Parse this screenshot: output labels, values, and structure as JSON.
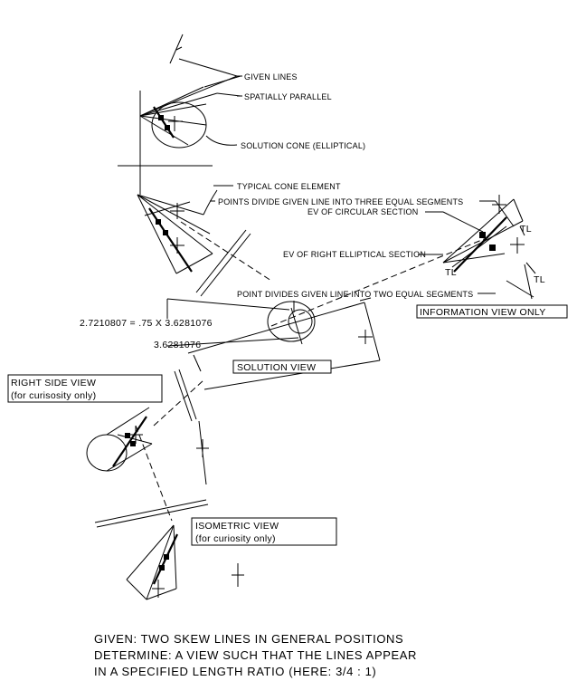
{
  "labels": {
    "given_lines": "GIVEN LINES",
    "spatially_parallel": "SPATIALLY PARALLEL",
    "solution_cone": "SOLUTION CONE (ELLIPTICAL)",
    "typical_cone_element": "TYPICAL CONE ELEMENT",
    "points_divide": "POINTS DIVIDE GIVEN LINE INTO THREE EQUAL SEGMENTS",
    "ev_circular": "EV OF CIRCULAR SECTION",
    "ev_right_elliptical": "EV OF RIGHT ELLIPTICAL SECTION",
    "point_divides": "POINT DIVIDES GIVEN LINE INTO TWO EQUAL SEGMENTS",
    "tl_1": "TL",
    "tl_2": "TL",
    "tl_3": "TL"
  },
  "boxes": {
    "information_view": "INFORMATION VIEW ONLY",
    "solution_view": "SOLUTION VIEW",
    "right_side_view_title": "RIGHT SIDE VIEW",
    "right_side_view_note": "(for curisosity only)",
    "isometric_view_title": "ISOMETRIC VIEW",
    "isometric_view_note": "(for curiosity only)"
  },
  "dimensions": {
    "ratio_equation": "2.7210807 = .75 X 3.6281076",
    "length": "3.6281076"
  },
  "footer": {
    "line1": "GIVEN: TWO SKEW LINES IN GENERAL POSITIONS",
    "line2": "DETERMINE: A VIEW SUCH THAT THE LINES APPEAR",
    "line3": "IN A SPECIFIED LENGTH RATIO (HERE:  3/4 : 1)"
  }
}
